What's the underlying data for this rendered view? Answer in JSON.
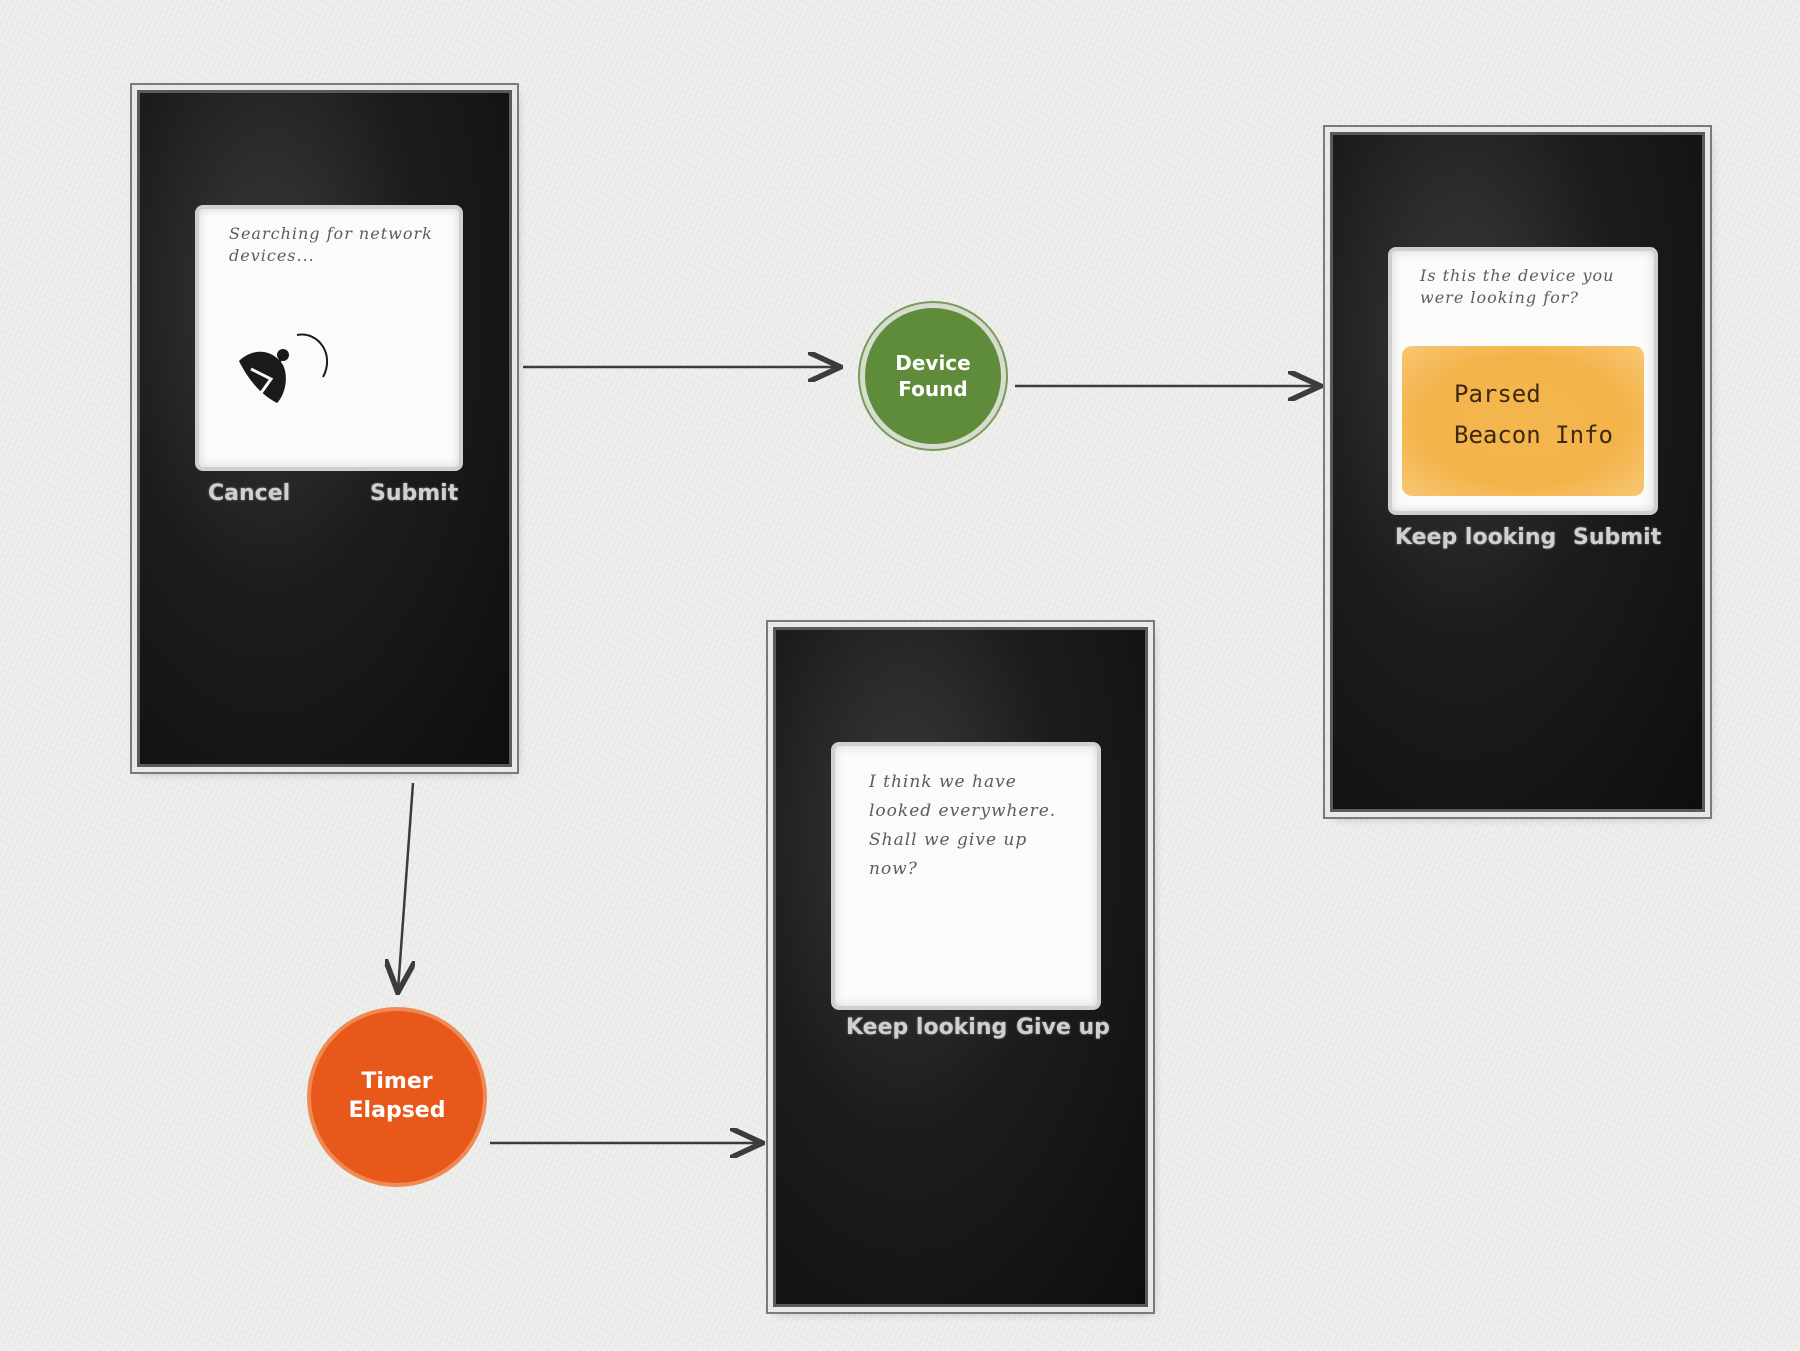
{
  "screens": {
    "searching": {
      "message": "Searching for network devices...",
      "left_key": "Cancel",
      "right_key": "Submit"
    },
    "found": {
      "message": "Is this the device you were looking for?",
      "info": "Parsed Beacon Info",
      "left_key": "Keep looking",
      "right_key": "Submit"
    },
    "timeout": {
      "message": "I think we have looked everywhere. Shall we give up now?",
      "left_key": "Keep looking",
      "right_key": "Give up"
    }
  },
  "events": {
    "device_found": "Device Found",
    "timer_elapsed": "Timer Elapsed"
  },
  "colors": {
    "device_found": "#5f8c3a",
    "timer_elapsed": "#e9581b",
    "highlight": "#f4b34a"
  },
  "icons": {
    "searching": "satellite-dish-icon"
  }
}
